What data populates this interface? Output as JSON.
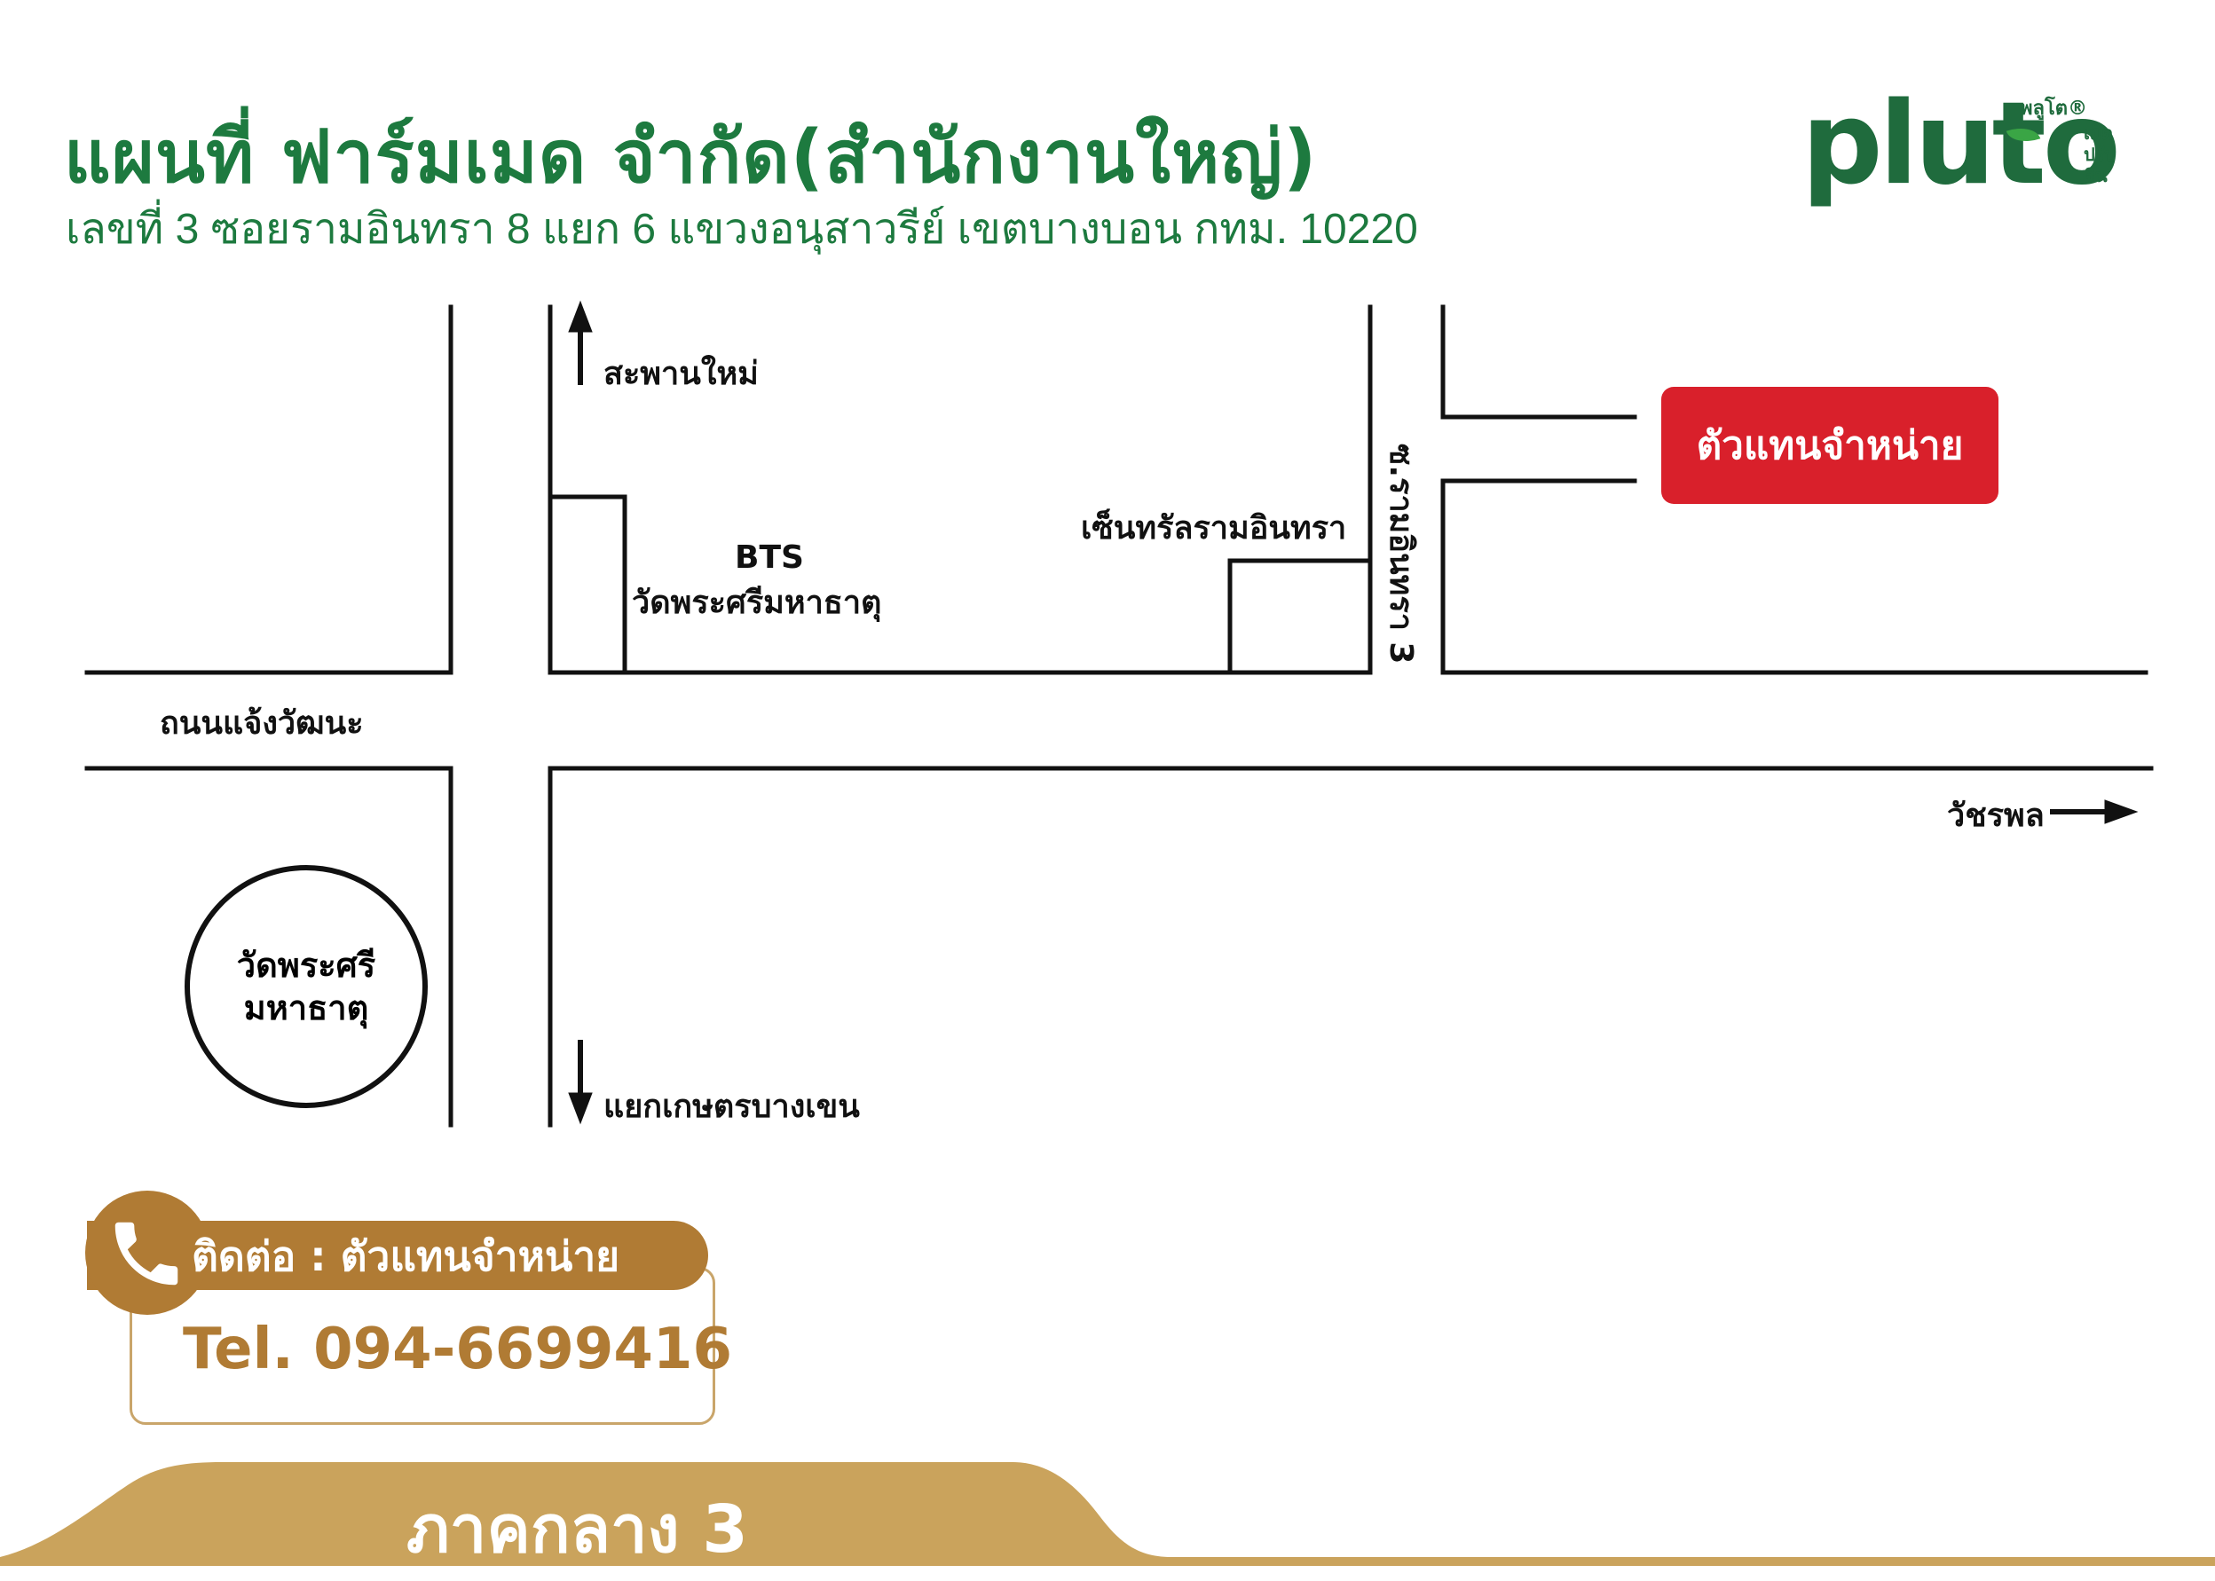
{
  "header": {
    "title": "แผนที่ ฟาร์มเมด จำกัด(สำนักงานใหญ่)",
    "address": "เลขที่ 3 ซอยรามอินทรา 8 แยก 6 แขวงอนุสาวรีย์ เขตบางบอน กทม. 10220"
  },
  "logo": {
    "word": "pluto",
    "thai_name": "พลูโต®",
    "tagline": [
      "เม็ด",
      "ปรับ",
      "ดิน"
    ]
  },
  "map": {
    "labels": {
      "north_arrow": "สะพานใหม่",
      "bts_line1": "BTS",
      "bts_line2": "วัดพระศรีมหาธาตุ",
      "central": "เซ็นทรัลรามอินทรา",
      "soi": "ซ.รามอินทรา 3",
      "main_road": "ถนนแจ้งวัฒนะ",
      "east_arrow": "วัชรพล",
      "south_arrow": "แยกเกษตรบางเขน"
    },
    "temple": [
      "วัดพระศรี",
      "มหาธาตุ"
    ],
    "dealer": "ตัวแทนจำหน่าย"
  },
  "contact": {
    "label": "ติดต่อ : ตัวแทนจำหน่าย",
    "phone": "Tel. 094-6699416"
  },
  "footer": {
    "region": "ภาคกลาง 3"
  },
  "colors": {
    "green": "#1d7a3f",
    "red": "#d9202b",
    "gold": "#b07b34",
    "band_gold": "#caa35c"
  }
}
